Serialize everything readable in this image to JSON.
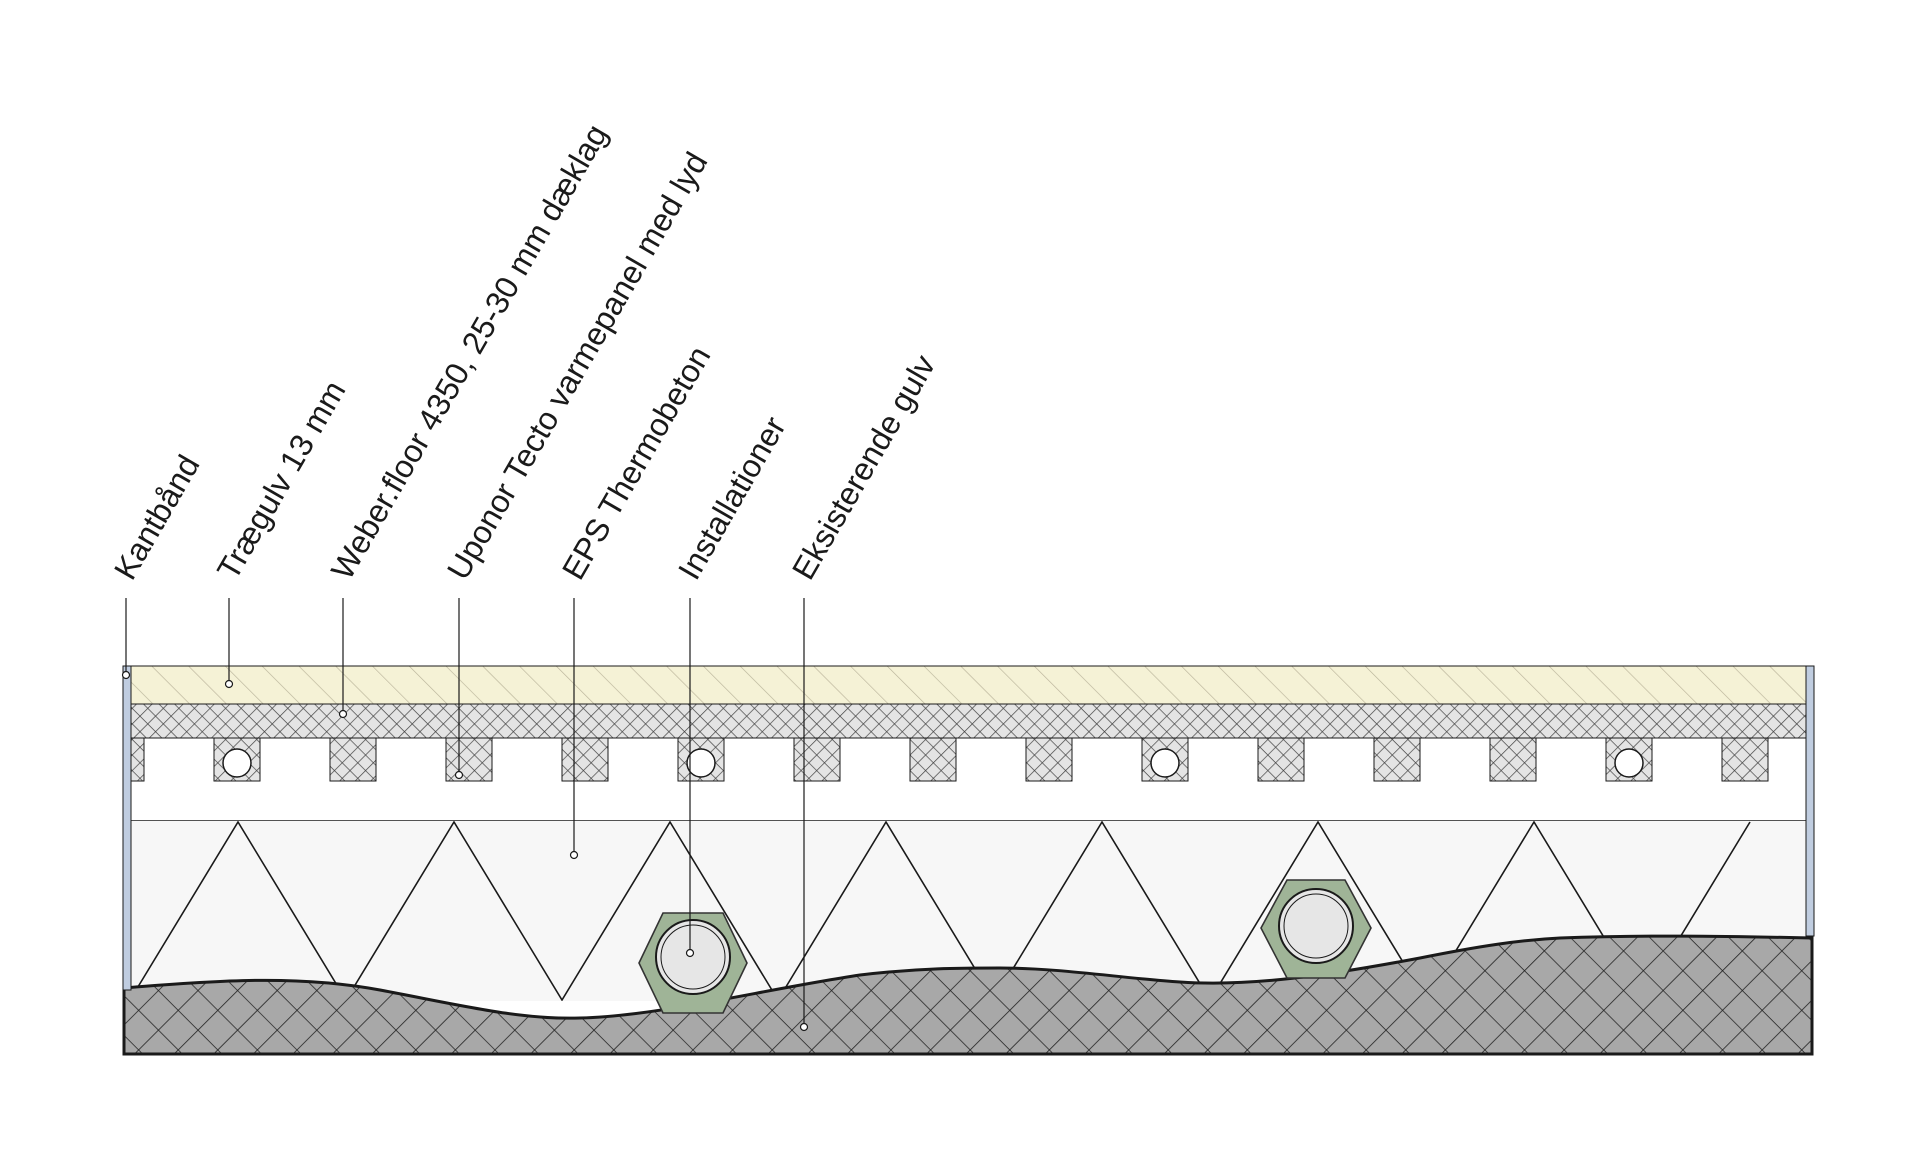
{
  "labels": {
    "kantbaand": "Kantbånd",
    "traegulv": "Trægulv 13 mm",
    "weber": "Weber.floor 4350, 25-30 mm dæklag",
    "uponor": "Uponor Tecto varmepanel med lyd",
    "eps": "EPS Thermobeton",
    "installationer": "Installationer",
    "eksisterende": "Eksisterende gulv"
  },
  "colors": {
    "wood": "#f5f2d6",
    "screed_hatch": "#444444",
    "eps": "#f7f7f7",
    "existing_floor": "#a8a8a8",
    "pipe_insulation": "#9fb497",
    "pipe": "#e6e6e6",
    "edge_strip": "#c0cde0",
    "line": "#1a1a1a"
  }
}
